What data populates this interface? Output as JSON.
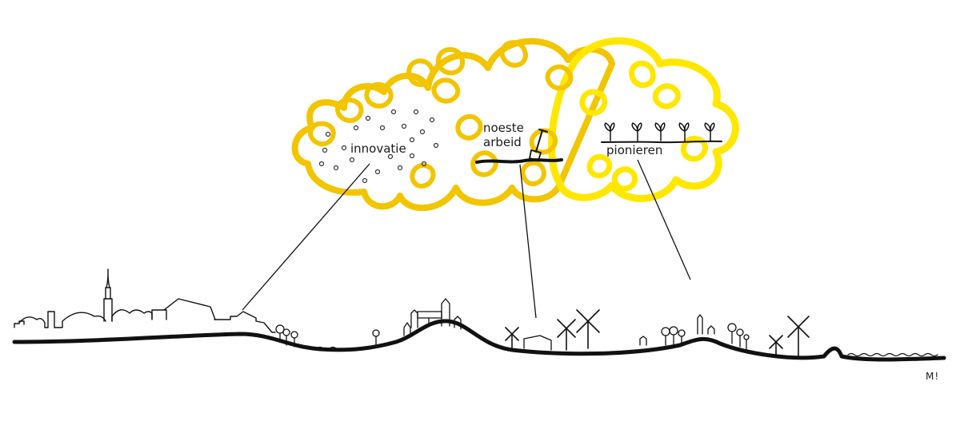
{
  "cloud": {
    "labels": {
      "innovatie": "innovatie",
      "noeste_line1": "noeste",
      "noeste_line2": "arbeid",
      "pionieren": "pionieren"
    },
    "colors": {
      "yellow_dark": "#f2c500",
      "yellow_bright": "#ffe700",
      "yellow_fill": "#fff8b8"
    },
    "icons": [
      "bubbles-icon",
      "shovel-icon",
      "seedling-icon"
    ]
  },
  "landscape": {
    "icons": [
      "church-tower-icon",
      "windmill-icon",
      "tree-icon",
      "house-icon",
      "water-icon"
    ],
    "ink_color": "#111111"
  },
  "signature": "M!"
}
